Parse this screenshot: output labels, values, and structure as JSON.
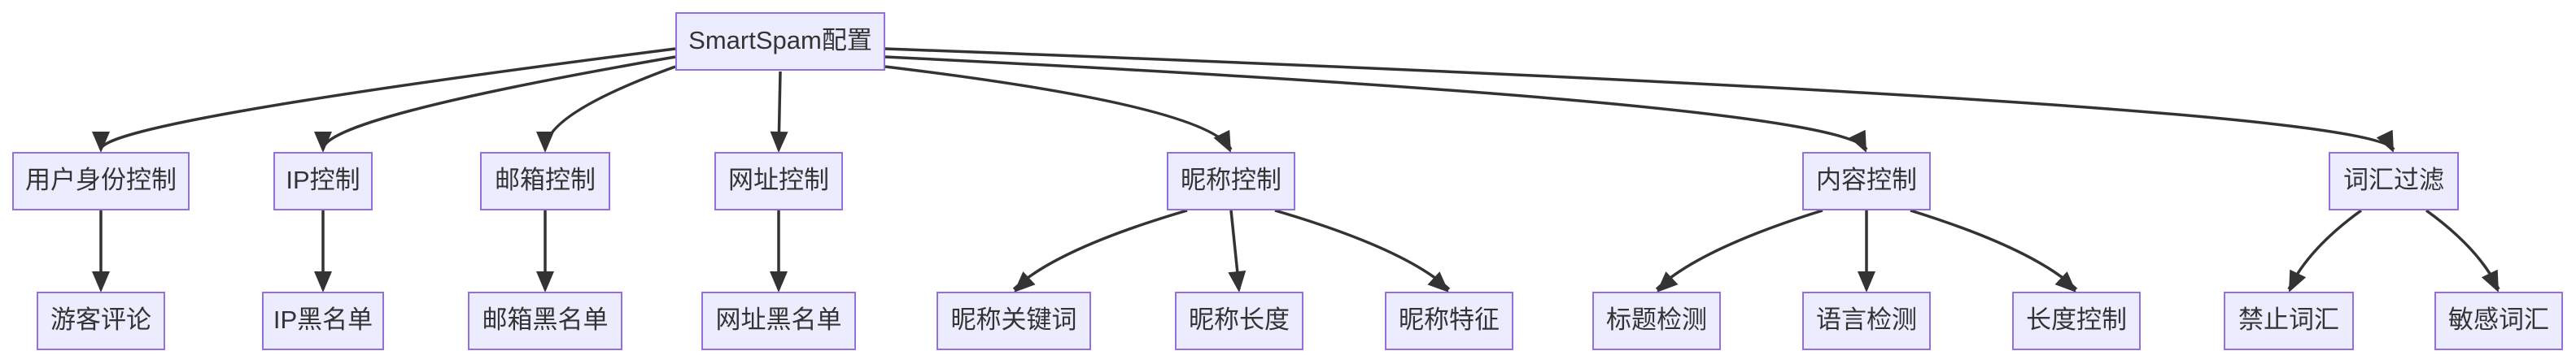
{
  "diagram": {
    "type": "flowchart-top-down",
    "root": {
      "id": "root",
      "label": "SmartSpam配置"
    },
    "groups": [
      {
        "id": "n1",
        "label": "用户身份控制",
        "children": [
          {
            "id": "c1",
            "label": "游客评论"
          }
        ]
      },
      {
        "id": "n2",
        "label": "IP控制",
        "children": [
          {
            "id": "c2",
            "label": "IP黑名单"
          }
        ]
      },
      {
        "id": "n3",
        "label": "邮箱控制",
        "children": [
          {
            "id": "c3",
            "label": "邮箱黑名单"
          }
        ]
      },
      {
        "id": "n4",
        "label": "网址控制",
        "children": [
          {
            "id": "c4",
            "label": "网址黑名单"
          }
        ]
      },
      {
        "id": "n5",
        "label": "昵称控制",
        "children": [
          {
            "id": "c5",
            "label": "昵称关键词"
          },
          {
            "id": "c6",
            "label": "昵称长度"
          },
          {
            "id": "c7",
            "label": "昵称特征"
          }
        ]
      },
      {
        "id": "n6",
        "label": "内容控制",
        "children": [
          {
            "id": "c8",
            "label": "标题检测"
          },
          {
            "id": "c9",
            "label": "语言检测"
          },
          {
            "id": "c10",
            "label": "长度控制"
          }
        ]
      },
      {
        "id": "n7",
        "label": "词汇过滤",
        "children": [
          {
            "id": "c11",
            "label": "禁止词汇"
          },
          {
            "id": "c12",
            "label": "敏感词汇"
          }
        ]
      }
    ],
    "colors": {
      "node_fill": "#ECECFF",
      "node_border": "#9370DB",
      "edge": "#333333",
      "text": "#333333",
      "background": "#FFFFFF"
    }
  }
}
